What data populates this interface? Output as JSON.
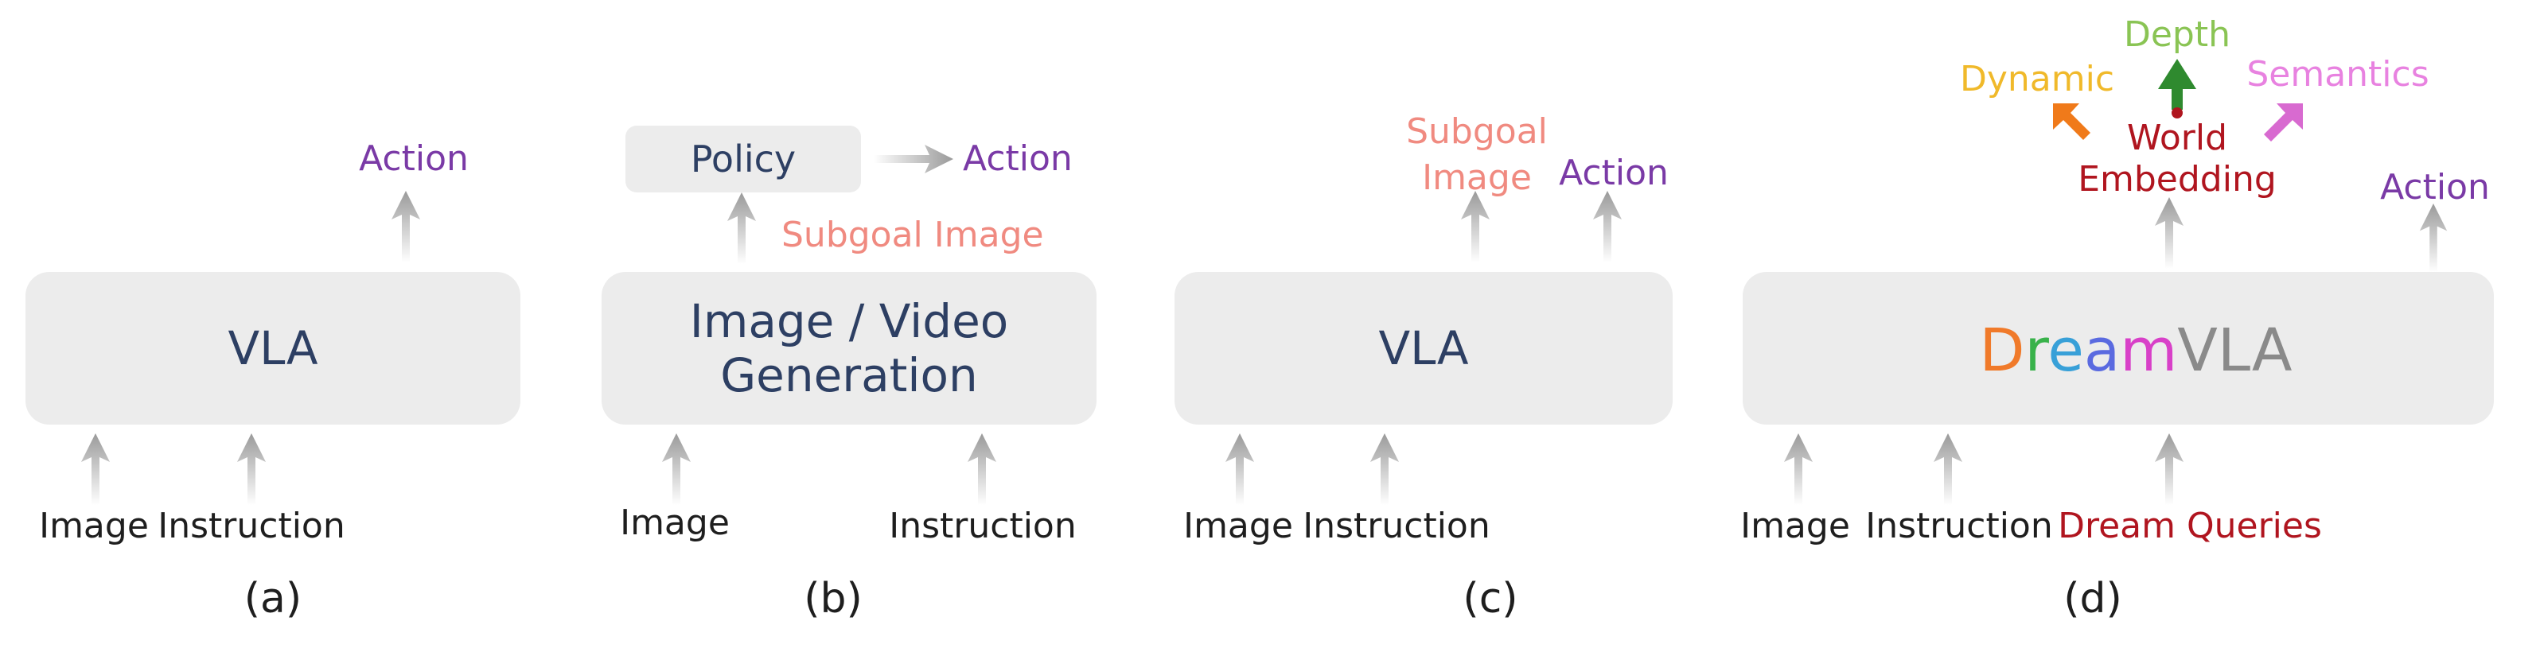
{
  "panels": {
    "a": {
      "caption": "(a)",
      "box_label": "VLA",
      "inputs": [
        "Image",
        "Instruction"
      ],
      "output": "Action"
    },
    "b": {
      "caption": "(b)",
      "box_label_line1": "Image / Video",
      "box_label_line2": "Generation",
      "inputs": [
        "Image",
        "Instruction"
      ],
      "intermediate": "Subgoal Image",
      "policy_label": "Policy",
      "output": "Action"
    },
    "c": {
      "caption": "(c)",
      "box_label": "VLA",
      "inputs": [
        "Image",
        "Instruction"
      ],
      "output_subgoal_line1": "Subgoal",
      "output_subgoal_line2": "Image",
      "output": "Action"
    },
    "d": {
      "caption": "(d)",
      "box_label_letters": [
        "D",
        "r",
        "e",
        "a",
        "m"
      ],
      "box_label_suffix": "VLA",
      "inputs": [
        "Image",
        "Instruction",
        "Dream Queries"
      ],
      "world_line1": "World",
      "world_line2": "Embedding",
      "aspects": {
        "dynamic": "Dynamic",
        "depth": "Depth",
        "semantics": "Semantics"
      },
      "output": "Action"
    }
  },
  "colors": {
    "box_fill": "#ececec",
    "arrow_gray": "#9a9a9a",
    "action": "#7a3aa6",
    "subgoal": "#f08a80",
    "dream_queries": "#b0151f",
    "world_embedding": "#b0151f",
    "dynamic": "#f0b92a",
    "depth": "#8ac454",
    "semantics": "#e882e0",
    "dream_letters": [
      "#f07a2a",
      "#38b24a",
      "#38a0d8",
      "#5a6ae0",
      "#d840c8"
    ],
    "vla_suffix": "#8a8a8a"
  }
}
